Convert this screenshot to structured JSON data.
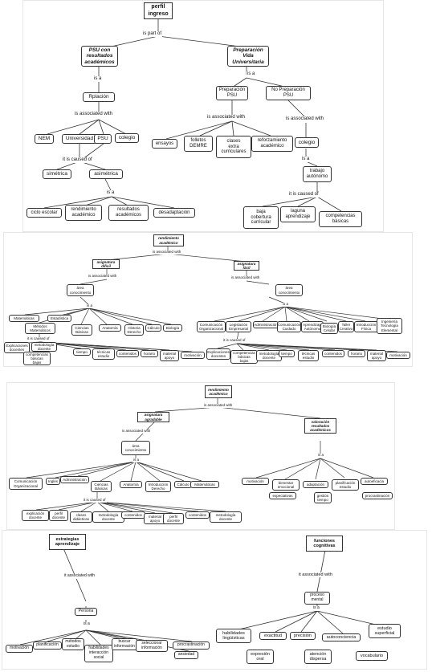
{
  "p1": {
    "perfil": "perfil\ningreso",
    "is_part_of": "is part of",
    "psu": "PSU con\nresultados\nacadémicos",
    "prep_vida": "Preparación\nVida\nUniversitaria",
    "is_a_left": "is a",
    "is_a_right": "is a",
    "rplacion": "Rplación",
    "assoc_left": "is associated with",
    "nem": "NEM",
    "universidad": "Universidad",
    "psu_node": "PSU",
    "colegio": "colegio",
    "caused_left": "it is caused of",
    "simetrica": "simétrica",
    "asimetrica": "asimétrica",
    "is_a_asim": "is a",
    "ciclo": "ciclo escolar",
    "rend_acad": "rendimiento\nacadémico",
    "resultados": "resultados\nacadémicos",
    "desadaptacion": "desadaptación",
    "prep_psu": "Preparación\nPSU",
    "no_prep_psu": "No Preparación\nPSU",
    "assoc_mid": "is associated with",
    "assoc_right": "is associated with",
    "ensayos": "ensayos",
    "folletos": "folletos\nDEMRE",
    "clases_extra": "clases\nextra\ncurriculares",
    "reforzamiento": "reforzamiento\nacadémico",
    "colegio_r": "colegio",
    "is_a_colegio": "is a",
    "trabajo": "trabajo\nautónomo",
    "caused_right": "it is caused of",
    "baja": "baja\ncobertura\ncurricular",
    "laguna": "laguna\naprendizaje",
    "competencias": "competencias\nbásicas"
  },
  "p2": {
    "root": "rendimiento\nacadémico",
    "assoc": "is associated with",
    "dificil": "asignatura\ndifícil",
    "facil": "asignatura\nfácil",
    "assoc_l": "is associated with",
    "assoc_r": "is associated with",
    "area_l": "área\nconocimiento",
    "area_r": "área\nconocimiento",
    "isa_l": "is a",
    "isa_r": "is a",
    "left_row": [
      "Matemáticas",
      "Estadística",
      "Métodos\nMatemáticos",
      "Ciencias\nBásicas",
      "Anatomía",
      "Historia\nDerecho",
      "Cálculo",
      "Biología"
    ],
    "right_row": [
      "Comunicación\nOrganizacional",
      "Legislación\nEmpresarial",
      "Administración",
      "Comunicación\nCuidado",
      "Aprendizaje\nAutónomo",
      "Biología\nCelular",
      "Taller\nCreativo",
      "Introducción\nFísica",
      "Ingeniería\nTecnología\nElemental"
    ],
    "caused_l": "it is caused of",
    "caused_r": "it is caused of",
    "left_causes": [
      "Explicaciones\ndocentes",
      "metodología\ndocente",
      "competencias\nbásicas\nbajas",
      "tiempo",
      "técnicas\nestudio",
      "contenidos",
      "horario",
      "material\napoyo",
      "motivación"
    ],
    "right_causes": [
      "Explicaciones\ndocentes",
      "competencias\nbásicas\nbajas",
      "metodología\ndocente",
      "tiempo",
      "técnicas\nestudio",
      "contenidos",
      "horario",
      "material\napoyo",
      "motivación"
    ]
  },
  "p3": {
    "root": "rendimiento\nacadémico",
    "assoc": "is associated with",
    "agradable": "asignatura\nagradable",
    "valoracion": "valoración\nresultados\nacadémicos",
    "assoc_l": "is associated with",
    "area": "área\nconocimiento",
    "isa_l": "is a",
    "isa_r": "is a",
    "subjects": [
      "Comunicación\nOrganizacional",
      "Inglés",
      "Administración",
      "Ciencias\nBásicas",
      "Anatomía",
      "Introducción\nDerecho",
      "Cálculo",
      "Matemáticas"
    ],
    "caused": "it is caused of",
    "causes": [
      "explicación\ndocente",
      "perfil\ndocente",
      "clases\ndidácticas",
      "metodología\ndocente",
      "contenidos",
      "material\napoyo",
      "perfil\ndocente",
      "contenidos",
      "metodología\ndocente"
    ],
    "val_items": [
      "motivación",
      "bienestar\nemocional",
      "adaptación",
      "planificación\nestudio",
      "autoeficacia"
    ],
    "val_items2": [
      "expectativas",
      "gestión\ntiempo",
      "procrastinación"
    ]
  },
  "p4": {
    "estrategias": "estrategias\naprendizaje",
    "assoc_l": "it associated with",
    "persona": "Persona",
    "isa_l": "is a",
    "left_items": [
      "motivación",
      "planificación",
      "métodos\nestudio",
      "habilidades\ninteracción\nsocial",
      "buscar\ninformación",
      "seleccionar\ninformación",
      "procrastinación",
      "ansiedad"
    ],
    "funciones": "funciones\ncognitivas",
    "assoc_r": "it associated with",
    "proceso": "proceso\nmental",
    "isa_r": "is a",
    "right_items": [
      "habilidades\nlingüísticas",
      "exactitud",
      "precisión",
      "autoconciencia",
      "estudio\nsuperficial"
    ],
    "right_items2": [
      "expresión\noral",
      "atención\ndispersa",
      "vocabulario"
    ]
  }
}
